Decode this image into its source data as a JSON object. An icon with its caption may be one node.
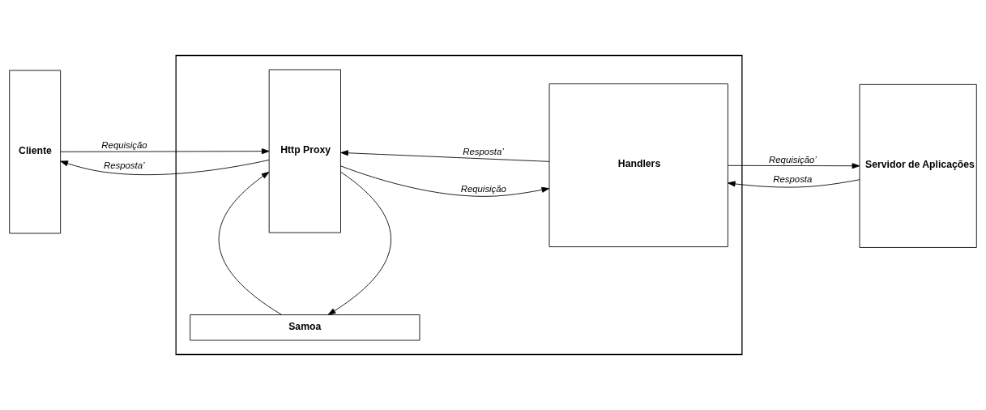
{
  "diagram": {
    "nodes": [
      {
        "text": [
          "Cliente"
        ]
      },
      {
        "text": [],
        "shape": "box"
      },
      {
        "text": [
          "Http Proxy"
        ],
        "in": 1
      },
      {
        "text": [
          "Handlers"
        ],
        "in": 1
      },
      {
        "text": [
          "Samoa"
        ],
        "in": 1
      },
      {
        "text": [
          "Servidor de Aplicações"
        ]
      }
    ],
    "edges": [
      {
        "from": 0,
        "to": 2,
        "arrow": "to",
        "label": "Requisição"
      },
      {
        "from": 2,
        "to": 3,
        "arrow": "to",
        "label": "Requisição"
      },
      {
        "from": 3,
        "to": 5,
        "arrow": "to",
        "label": "Requisição’"
      },
      {
        "from": 5,
        "to": 3,
        "arrow": "to",
        "label": "Resposta"
      },
      {
        "from": 3,
        "to": 2,
        "arrow": "to",
        "label": "Resposta’"
      },
      {
        "from": 2,
        "to": 0,
        "arrow": "to",
        "label": "Resposta’"
      },
      {
        "from": 2,
        "to": 4,
        "arrow": "to"
      },
      {
        "from": 4,
        "to": 2,
        "arrow": "to"
      }
    ]
  }
}
